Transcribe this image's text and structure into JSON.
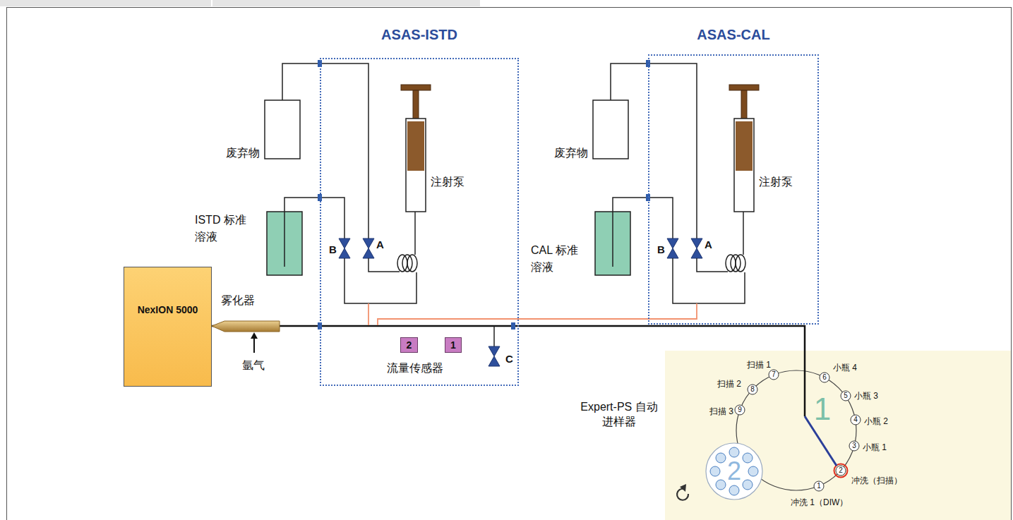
{
  "diagram": {
    "nodes": [
      {
        "text": [
          "ASAS-ISTD"
        ]
      },
      {
        "text": [
          "2"
        ],
        "in": 0
      },
      {
        "text": [
          "1"
        ],
        "in": 0
      },
      {
        "text": [
          "ASAS-CAL"
        ]
      },
      {
        "text": [
          "NexION 5000"
        ]
      },
      {
        "text": [
          "Expert-PS 自动进样器"
        ]
      }
    ],
    "edges": [
      {
        "from": 5,
        "to": 4,
        "arrow": "none"
      }
    ],
    "labels": [
      "废弃物",
      "注射泵",
      "ISTD 标准溶液",
      "B",
      "A",
      "CAL 标准溶液",
      "废弃物",
      "注射泵",
      "B",
      "A",
      "雾化器",
      "氩气",
      "流量传感器",
      "C",
      "扫描 1",
      "小瓶 4",
      "扫描 2",
      "小瓶 3",
      "扫描 3",
      "小瓶 2",
      "小瓶 1",
      "冲洗（扫描）",
      "冲洗 1（DIW）",
      "1",
      "2",
      "3",
      "4",
      "5",
      "6",
      "7",
      "8",
      "9",
      "1",
      "2"
    ]
  }
}
